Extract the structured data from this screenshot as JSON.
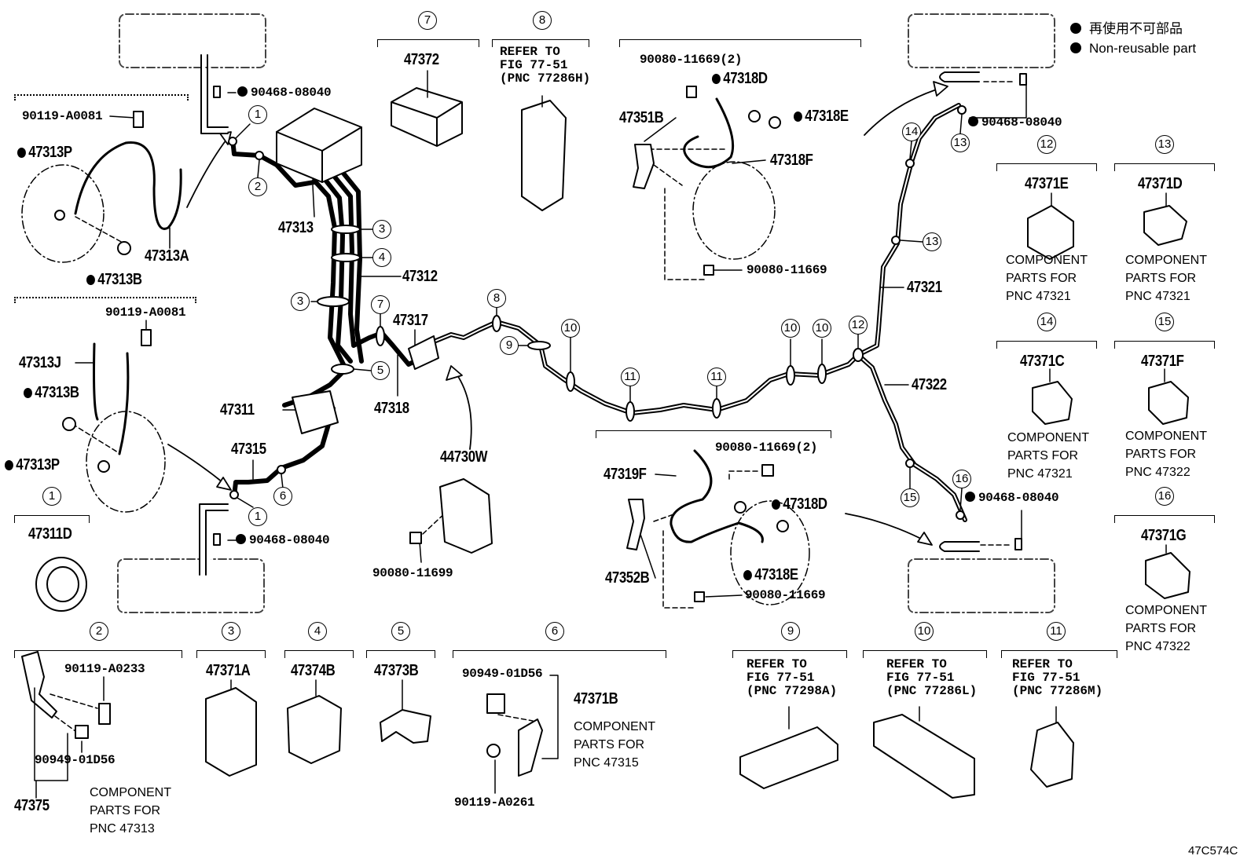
{
  "legend": {
    "jp": "再使用不可部品",
    "en": "Non-reusable part"
  },
  "figure_code": "47C574C",
  "markers": {
    "m1": "1",
    "m2": "2",
    "m3": "3",
    "m4": "4",
    "m5": "5",
    "m6": "6",
    "m7": "7",
    "m8": "8",
    "m9": "9",
    "m10": "10",
    "m11": "11",
    "m12": "12",
    "m13": "13",
    "m14": "14",
    "m15": "15",
    "m16": "16"
  },
  "parts": {
    "p47313": "47313",
    "p47312": "47312",
    "p47311": "47311",
    "p47315": "47315",
    "p47317": "47317",
    "p47318": "47318",
    "p47321": "47321",
    "p47322": "47322",
    "p44730W": "44730W",
    "p47313P_top": "47313P",
    "p47313A": "47313A",
    "p47313B_top": "47313B",
    "p47313J": "47313J",
    "p47313B_bot": "47313B",
    "p47313P_bot": "47313P",
    "p47311D": "47311D",
    "p47372": "47372",
    "p47351B": "47351B",
    "p47318D_top": "47318D",
    "p47318E_top": "47318E",
    "p47318F": "47318F",
    "p47319F": "47319F",
    "p47318D_bot": "47318D",
    "p47352B": "47352B",
    "p47318E_bot": "47318E",
    "p47371E": "47371E",
    "p47371D": "47371D",
    "p47371C": "47371C",
    "p47371F": "47371F",
    "p47371G": "47371G",
    "p47375": "47375",
    "p47371A": "47371A",
    "p47374B": "47374B",
    "p47373B": "47373B",
    "p47371B": "47371B"
  },
  "part_codes": {
    "c90468_tl": "90468-08040",
    "c90468_bl": "90468-08040",
    "c90468_tr": "90468-08040",
    "c90468_br": "90468-08040",
    "c90119_a0081_top": "90119-A0081",
    "c90119_a0081_bot": "90119-A0081",
    "c90080_11669_2_top": "90080-11669(2)",
    "c90080_11669_top": "90080-11669",
    "c90080_11699": "90080-11699",
    "c90080_11669_2_bot": "90080-11669(2)",
    "c90080_11669_bot": "90080-11669",
    "c90119_a0233": "90119-A0233",
    "c90949_01d56_a": "90949-01D56",
    "c90949_01d56_b": "90949-01D56",
    "c90119_a0261": "90119-A0261"
  },
  "component_notes": {
    "n47371E": "COMPONENT\nPARTS FOR\nPNC 47321",
    "n47371D": "COMPONENT\nPARTS FOR\nPNC 47321",
    "n47371C": "COMPONENT\nPARTS FOR\nPNC 47321",
    "n47371F": "COMPONENT\nPARTS FOR\nPNC 47322",
    "n47371G": "COMPONENT\nPARTS FOR\nPNC 47322",
    "n47375": "COMPONENT\nPARTS FOR\nPNC 47313",
    "n47371B": "COMPONENT\nPARTS FOR\nPNC 47315"
  },
  "references": {
    "r8": "REFER TO\nFIG 77-51\n(PNC 77286H)",
    "r9": "REFER TO\nFIG 77-51\n(PNC 77298A)",
    "r10": "REFER TO\nFIG 77-51\n(PNC 77286L)",
    "r11": "REFER TO\nFIG 77-51\n(PNC 77286M)"
  }
}
